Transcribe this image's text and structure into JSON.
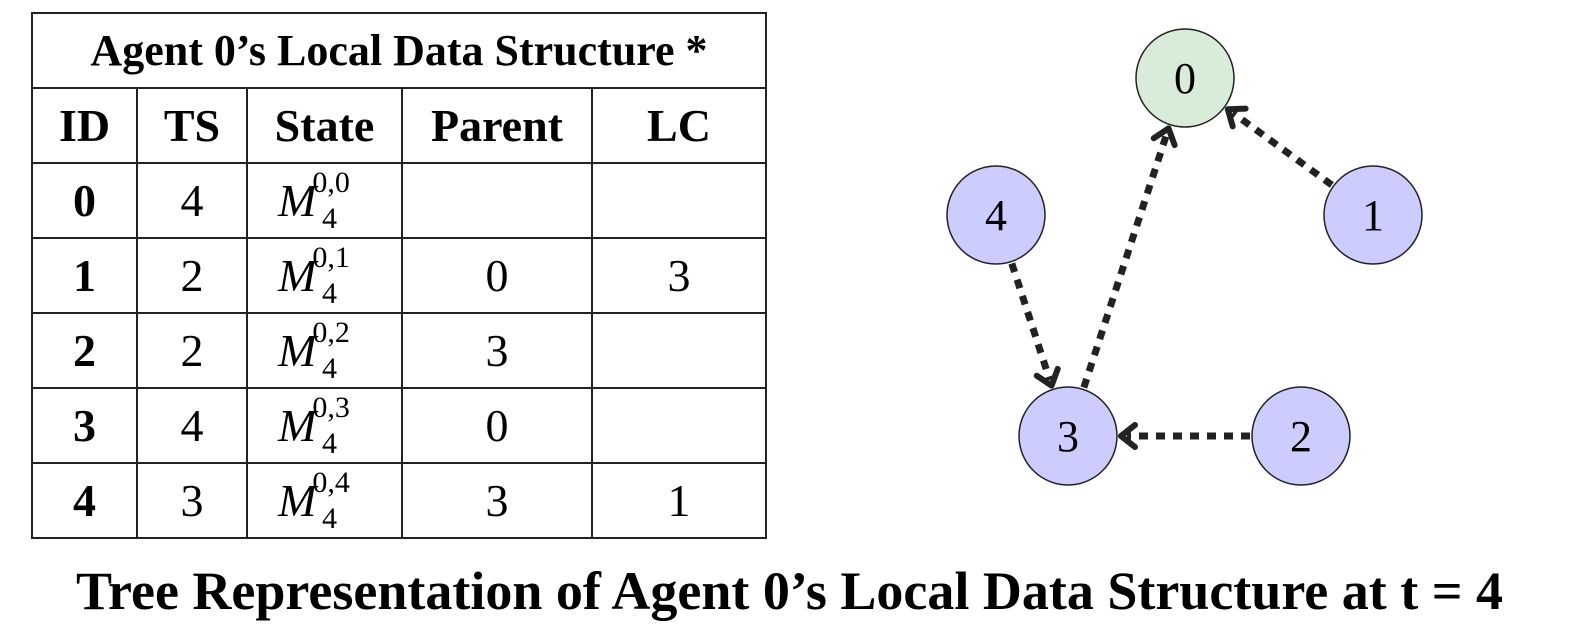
{
  "table": {
    "title": "Agent 0’s Local Data Structure *",
    "headers": [
      "ID",
      "TS",
      "State",
      "Parent",
      "LC"
    ],
    "rows": [
      {
        "id": "0",
        "ts": "4",
        "state_base": "M",
        "state_sup": "0,0",
        "state_sub": "4",
        "parent": "",
        "lc": ""
      },
      {
        "id": "1",
        "ts": "2",
        "state_base": "M",
        "state_sup": "0,1",
        "state_sub": "4",
        "parent": "0",
        "lc": "3"
      },
      {
        "id": "2",
        "ts": "2",
        "state_base": "M",
        "state_sup": "0,2",
        "state_sub": "4",
        "parent": "3",
        "lc": ""
      },
      {
        "id": "3",
        "ts": "4",
        "state_base": "M",
        "state_sup": "0,3",
        "state_sub": "4",
        "parent": "0",
        "lc": ""
      },
      {
        "id": "4",
        "ts": "3",
        "state_base": "M",
        "state_sup": "0,4",
        "state_sub": "4",
        "parent": "3",
        "lc": "1"
      }
    ]
  },
  "tree": {
    "colors": {
      "root": "#d9ecd9",
      "node": "#ccccff",
      "stroke": "#222222"
    },
    "nodes": [
      {
        "id": "0",
        "label": "0",
        "role": "root"
      },
      {
        "id": "1",
        "label": "1",
        "role": "node"
      },
      {
        "id": "2",
        "label": "2",
        "role": "node"
      },
      {
        "id": "3",
        "label": "3",
        "role": "node"
      },
      {
        "id": "4",
        "label": "4",
        "role": "node"
      }
    ],
    "edges": [
      {
        "from": "1",
        "to": "0"
      },
      {
        "from": "3",
        "to": "0"
      },
      {
        "from": "4",
        "to": "3"
      },
      {
        "from": "2",
        "to": "3"
      }
    ]
  },
  "caption": "Tree Representation of Agent 0’s Local Data Structure at t = 4"
}
